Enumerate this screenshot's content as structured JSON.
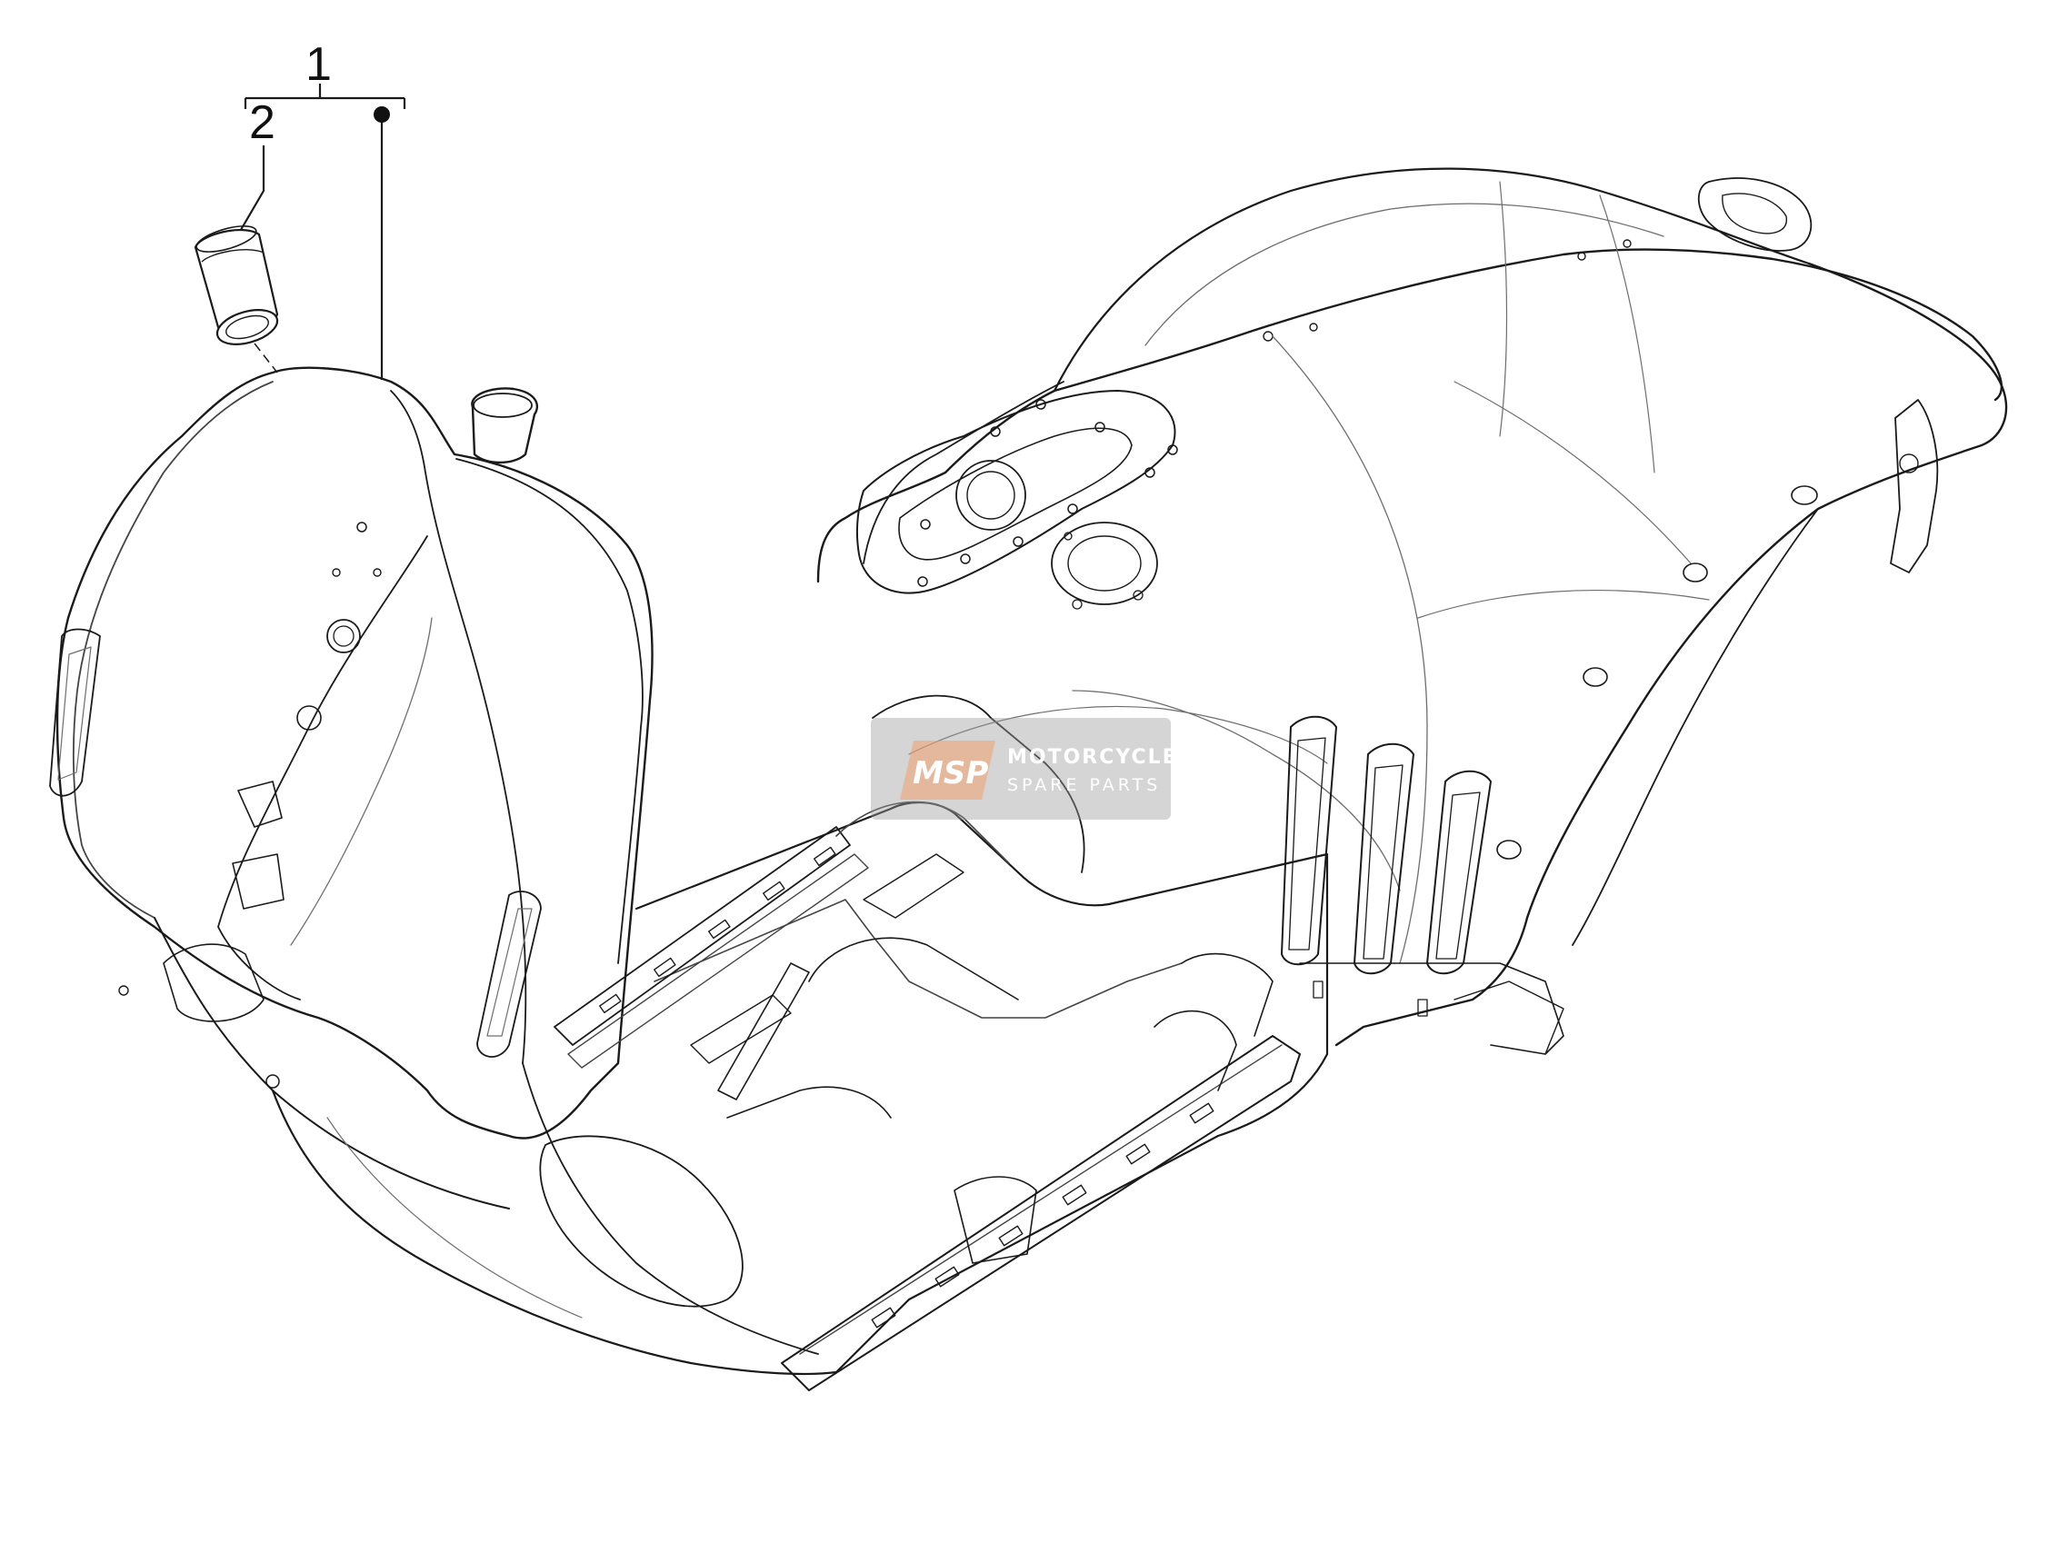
{
  "callouts": [
    {
      "id": "1",
      "label": "1"
    },
    {
      "id": "2",
      "label": "2"
    }
  ],
  "watermark": {
    "logo_text": "MSP",
    "line1": "MOTORCYCLE",
    "line2": "SPARE PARTS",
    "bg_color": "#9a9a9a"
  },
  "colors": {
    "line": "#1a1a1a",
    "thin_line": "#6e6e6e",
    "background": "#ffffff",
    "logo_orange": "#f0a070"
  }
}
